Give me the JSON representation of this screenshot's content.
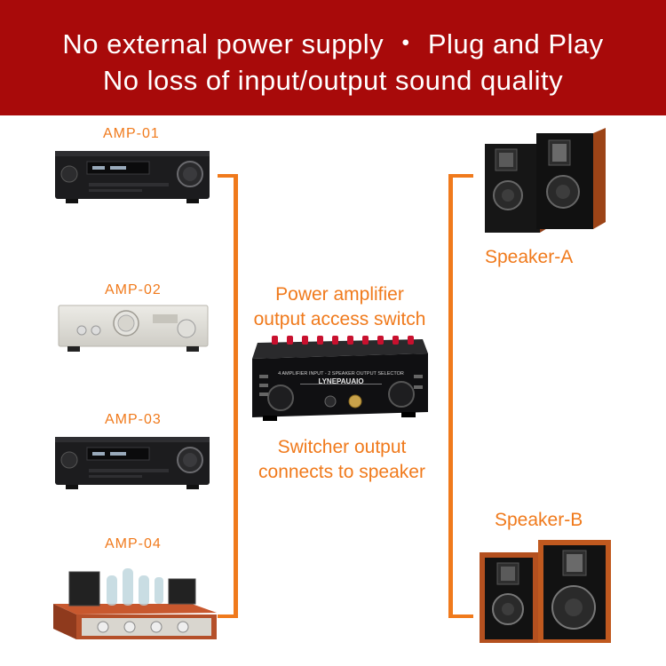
{
  "banner": {
    "line1": "No external power supply  ・ Plug and Play",
    "line2": "No loss of input/output sound quality"
  },
  "amplifiers": [
    {
      "label": "AMP-01",
      "style": "black-receiver"
    },
    {
      "label": "AMP-02",
      "style": "silver-integrated"
    },
    {
      "label": "AMP-03",
      "style": "black-receiver"
    },
    {
      "label": "AMP-04",
      "style": "tube-amplifier"
    }
  ],
  "switcher": {
    "top_caption_line1": "Power amplifier",
    "top_caption_line2": "output access switch",
    "bottom_caption_line1": "Switcher output",
    "bottom_caption_line2": "connects to speaker",
    "panel_header": "4 AMPLIFIER INPUT - 2 SPEAKER OUTPUT SELECTOR",
    "brand": "LYNEPAUAIO"
  },
  "speakers": [
    {
      "label": "Speaker-A"
    },
    {
      "label": "Speaker-B"
    }
  ],
  "colors": {
    "banner": "#a80a0a",
    "accent": "#f07a1c",
    "banner_text": "#ffffff"
  }
}
